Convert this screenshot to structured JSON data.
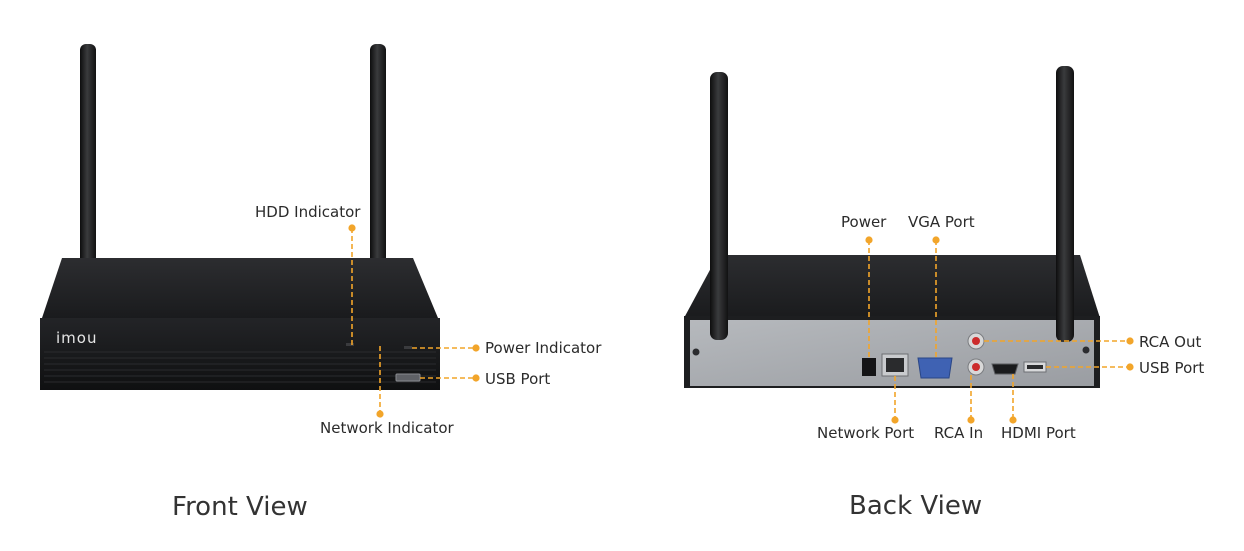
{
  "colors": {
    "accent": "#f2a52a",
    "device_body": "#1c1d1f",
    "back_panel": "#a9acb1",
    "text": "#2b2b2b"
  },
  "front_view": {
    "title": "Front View",
    "brand": "imou",
    "labels": {
      "hdd_indicator": "HDD Indicator",
      "power_indicator": "Power Indicator",
      "usb_port": "USB Port",
      "network_indicator": "Network Indicator"
    }
  },
  "back_view": {
    "title": "Back View",
    "labels": {
      "power": "Power",
      "vga_port": "VGA Port",
      "rca_out": "RCA Out",
      "usb_port": "USB Port",
      "network_port": "Network Port",
      "rca_in": "RCA In",
      "hdmi_port": "HDMI Port"
    }
  }
}
